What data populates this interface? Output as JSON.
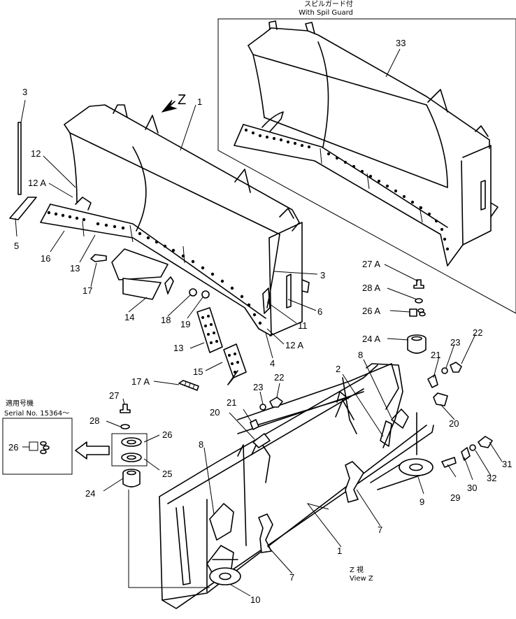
{
  "inset_top": {
    "caption_jp": "スピルガード付",
    "caption_en": "With Spil Guard",
    "part": "33"
  },
  "view_arrow": {
    "letter": "Z"
  },
  "view_caption": {
    "jp": "Z 視",
    "en": "View Z"
  },
  "serial_box": {
    "caption_jp": "適用号機",
    "caption_en": "Serial No. 15364～",
    "part": "26"
  },
  "labels": {
    "l1a": "1",
    "l1b": "1",
    "l2": "2",
    "l3a": "3",
    "l3b": "3",
    "l4": "4",
    "l5": "5",
    "l6": "6",
    "l7a": "7",
    "l7b": "7",
    "l8a": "8",
    "l8b": "8",
    "l9": "9",
    "l10": "10",
    "l11": "11",
    "l12": "12",
    "l12a1": "12 A",
    "l12a2": "12 A",
    "l13a": "13",
    "l13b": "13",
    "l14": "14",
    "l15": "15",
    "l16": "16",
    "l17": "17",
    "l17a": "17 A",
    "l18": "18",
    "l19": "19",
    "l20a": "20",
    "l20b": "20",
    "l21a": "21",
    "l21b": "21",
    "l22a": "22",
    "l22b": "22",
    "l23a": "23",
    "l23b": "23",
    "l24": "24",
    "l24a": "24 A",
    "l25": "25",
    "l26": "26",
    "l26a": "26 A",
    "l27": "27",
    "l27a": "27 A",
    "l28": "28",
    "l28a": "28 A",
    "l29": "29",
    "l30": "30",
    "l31": "31",
    "l32": "32"
  }
}
